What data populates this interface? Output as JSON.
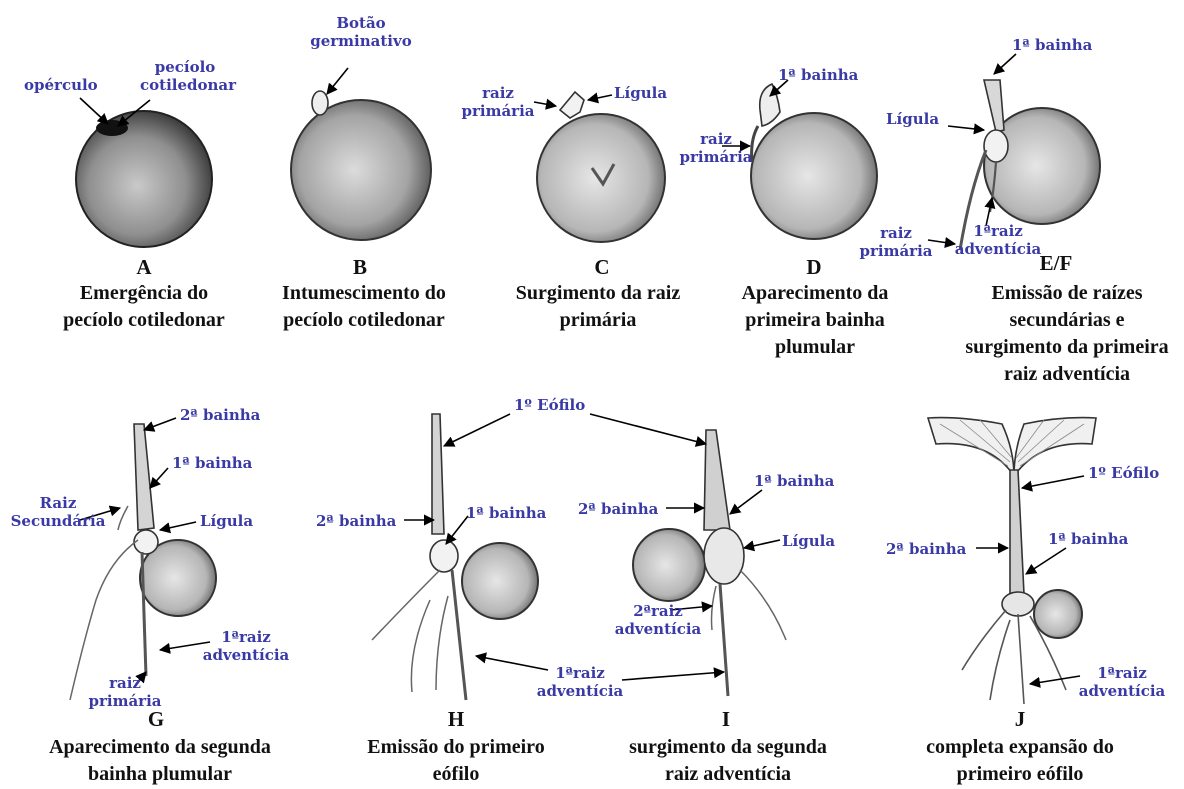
{
  "stages": {
    "A": {
      "letter": "A",
      "caption": [
        "Emergência do",
        "pecíolo cotiledonar"
      ],
      "labels": {
        "operculo": "opérculo",
        "peciolo_1": "pecíolo",
        "peciolo_2": "cotiledonar"
      }
    },
    "B": {
      "letter": "B",
      "caption": [
        "Intumescimento do",
        "pecíolo cotiledonar"
      ],
      "labels": {
        "botao_1": "Botão",
        "botao_2": "germinativo"
      }
    },
    "C": {
      "letter": "C",
      "caption": [
        "Surgimento da raiz",
        "primária"
      ],
      "labels": {
        "raiz_1": "raiz",
        "raiz_2": "primária",
        "ligula": "Lígula"
      }
    },
    "D": {
      "letter": "D",
      "caption": [
        "Aparecimento da",
        "primeira bainha",
        "plumular"
      ],
      "labels": {
        "bainha": "1ª bainha",
        "raiz_1": "raiz",
        "raiz_2": "primária"
      }
    },
    "EF": {
      "letter": "E/F",
      "caption": [
        "Emissão de raízes",
        "secundárias e",
        "surgimento da primeira",
        "raiz adventícia"
      ],
      "labels": {
        "bainha": "1ª bainha",
        "ligula": "Lígula",
        "adv_1": "1ªraiz",
        "adv_2": "adventícia",
        "raiz_1": "raiz",
        "raiz_2": "primária"
      }
    },
    "G": {
      "letter": "G",
      "caption": [
        "Aparecimento da segunda",
        "bainha plumular"
      ],
      "labels": {
        "bainha2": "2ª bainha",
        "bainha1": "1ª bainha",
        "sec_1": "Raiz",
        "sec_2": "Secundária",
        "ligula": "Lígula",
        "adv_1": "1ªraiz",
        "adv_2": "adventícia",
        "raiz_1": "raiz",
        "raiz_2": "primária"
      }
    },
    "H": {
      "letter": "H",
      "caption": [
        "Emissão do primeiro",
        "eófilo"
      ],
      "labels": {
        "eofilo": "1º Eófilo",
        "bainha2": "2ª bainha",
        "bainha1": "1ª bainha"
      }
    },
    "I": {
      "letter": "I",
      "caption": [
        "surgimento da segunda",
        "raiz adventícia"
      ],
      "labels": {
        "bainha1": "1ª bainha",
        "bainha2": "2ª bainha",
        "ligula": "Lígula",
        "adv2_1": "2ªraiz",
        "adv2_2": "adventícia",
        "adv1_1": "1ªraiz",
        "adv1_2": "adventícia"
      }
    },
    "J": {
      "letter": "J",
      "caption": [
        "completa expansão do",
        "primeiro eófilo"
      ],
      "labels": {
        "eofilo": "1º Eófilo",
        "bainha2": "2ª bainha",
        "bainha1": "1ª bainha",
        "adv_1": "1ªraiz",
        "adv_2": "adventícia"
      }
    }
  }
}
